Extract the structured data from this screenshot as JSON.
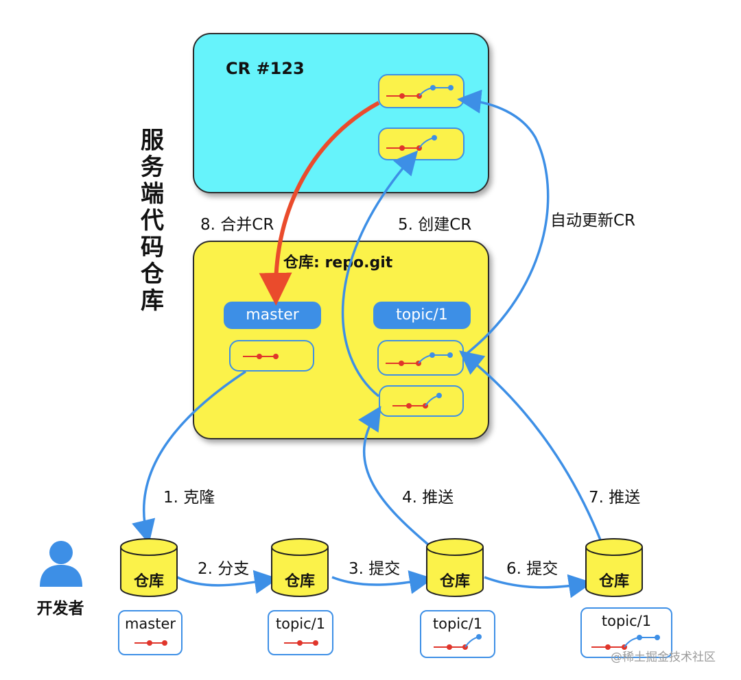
{
  "server": {
    "side_title": "服务端代码仓库",
    "cr_title": "CR #123",
    "repo_title": "仓库: repo.git",
    "branches": {
      "master": "master",
      "topic": "topic/1"
    }
  },
  "steps": {
    "clone": "1. 克隆",
    "branch": "2. 分支",
    "commit1": "3. 提交",
    "push1": "4. 推送",
    "create_cr": "5. 创建CR",
    "commit2": "6. 提交",
    "push2": "7. 推送",
    "merge_cr": "8. 合并CR",
    "auto_update": "自动更新CR"
  },
  "developer": {
    "label": "开发者",
    "icon": "person-icon"
  },
  "local_repos": [
    {
      "repo_label": "仓库",
      "branch": "master"
    },
    {
      "repo_label": "仓库",
      "branch": "topic/1"
    },
    {
      "repo_label": "仓库",
      "branch": "topic/1"
    },
    {
      "repo_label": "仓库",
      "branch": "topic/1"
    }
  ],
  "watermark": "@稀土掘金技术社区",
  "colors": {
    "cr_bg": "#66f3fb",
    "repo_bg": "#fbf24a",
    "arrow_blue": "#3d8fe6",
    "arrow_red": "#ea4b2c",
    "commit_red": "#e0352b",
    "commit_blue": "#3d8fe6"
  }
}
